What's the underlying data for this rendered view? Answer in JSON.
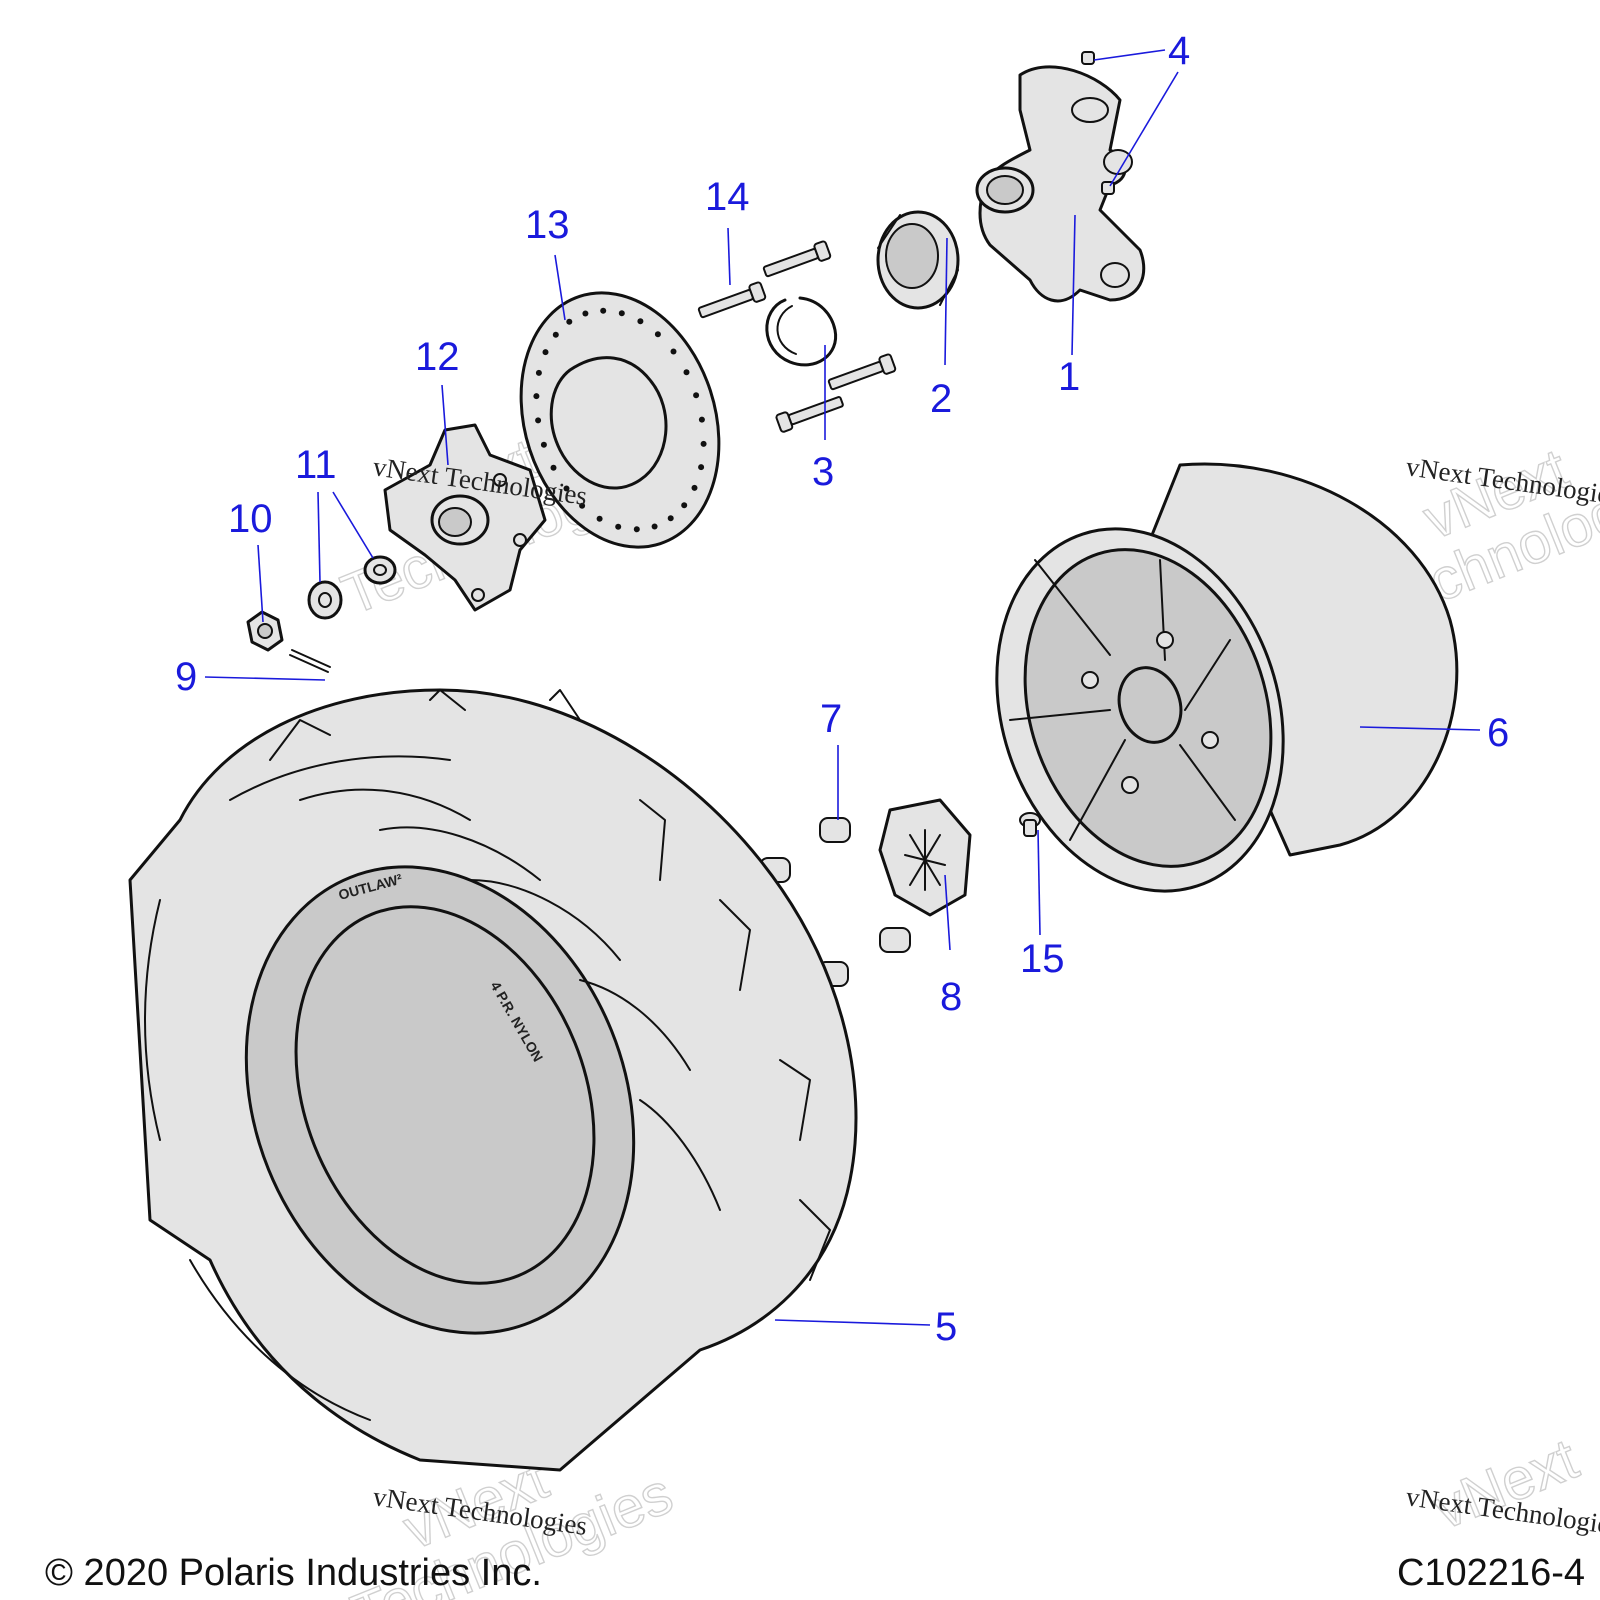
{
  "callouts": [
    {
      "label": "1"
    },
    {
      "label": "2"
    },
    {
      "label": "3"
    },
    {
      "label": "4"
    },
    {
      "label": "5"
    },
    {
      "label": "6"
    },
    {
      "label": "7"
    },
    {
      "label": "8"
    },
    {
      "label": "9"
    },
    {
      "label": "10"
    },
    {
      "label": "11"
    },
    {
      "label": "12"
    },
    {
      "label": "13"
    },
    {
      "label": "14"
    },
    {
      "label": "15"
    }
  ],
  "watermark": {
    "text": "vNext Technologies",
    "ghost_line1": "vNext",
    "ghost_line2": "Technologies"
  },
  "tire_markings": {
    "brand": "OUTLAW²",
    "ply": "4 P.R. NYLON"
  },
  "footer": {
    "copyright": "© 2020 Polaris Industries Inc.",
    "diagram_id": "C102216-4"
  },
  "colors": {
    "callout": "#1a1adc",
    "line": "#111111",
    "part_fill": "#e4e4e4"
  }
}
